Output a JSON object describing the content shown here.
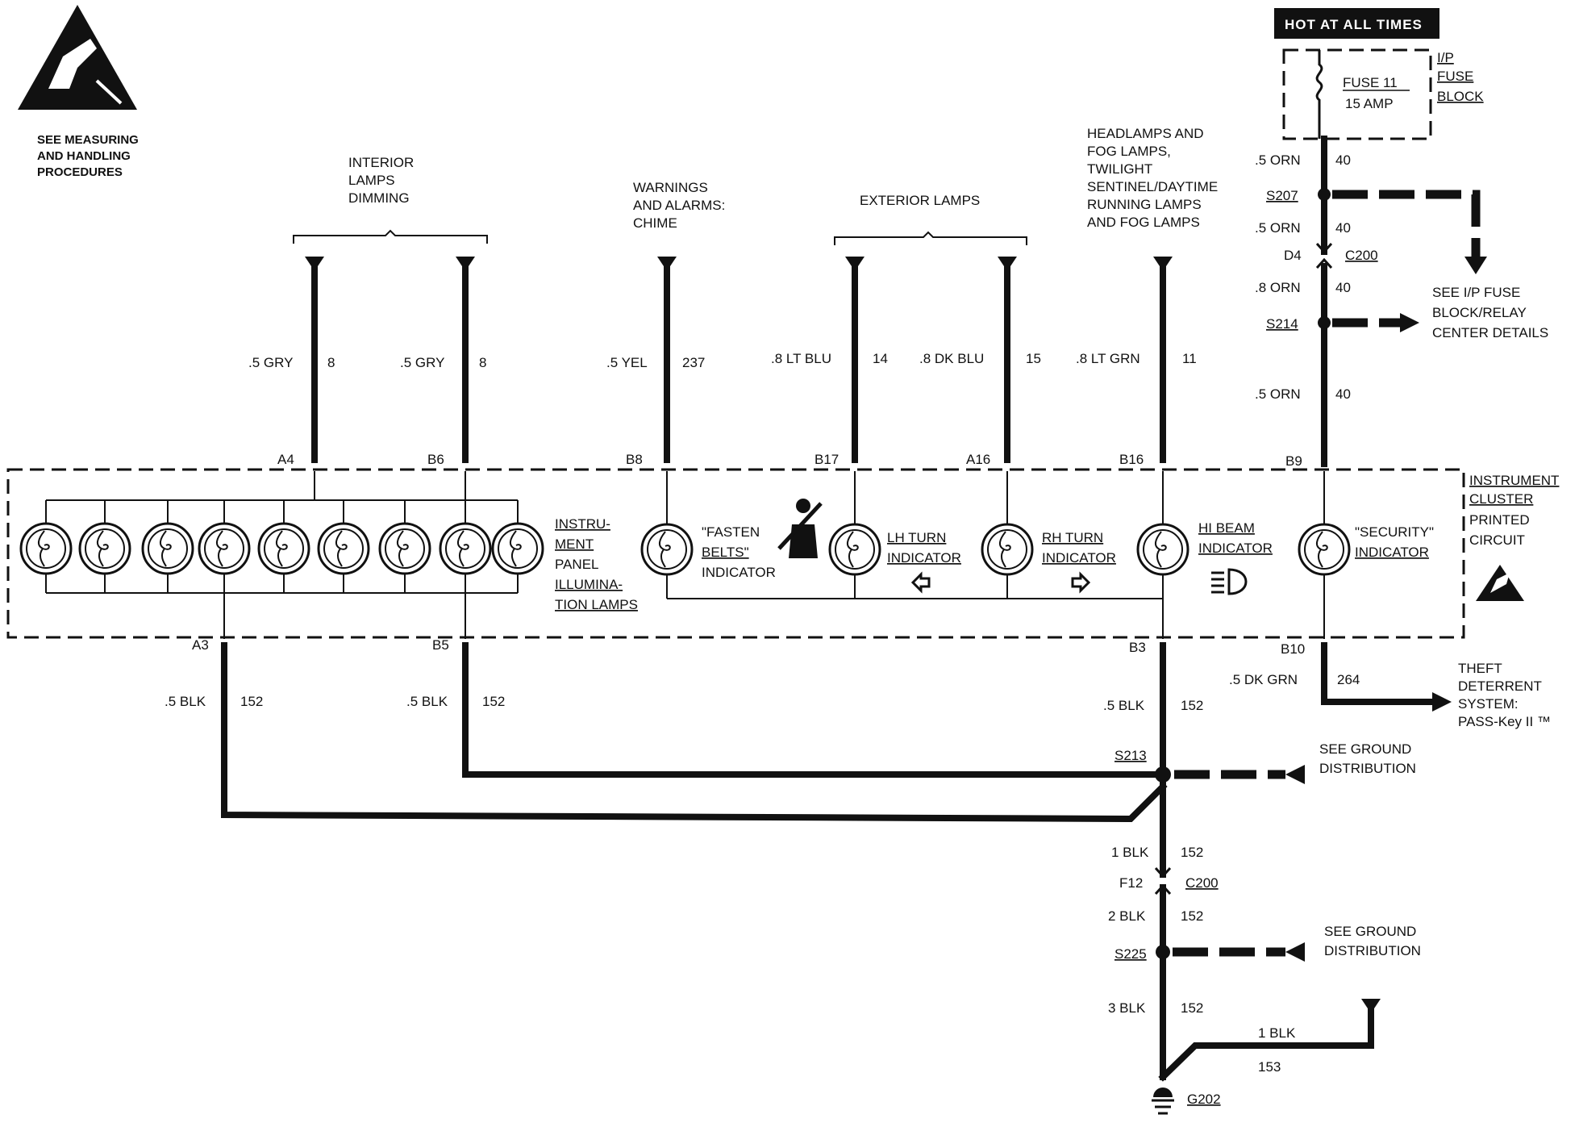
{
  "esd_note": {
    "l1": "SEE MEASURING",
    "l2": "AND HANDLING",
    "l3": "PROCEDURES"
  },
  "hot": "HOT AT ALL TIMES",
  "fuse": {
    "name": "FUSE 11",
    "amp": "15 AMP"
  },
  "fuse_block": {
    "l1": "I/P",
    "l2": "FUSE",
    "l3": "BLOCK"
  },
  "groups": {
    "interior": {
      "l1": "INTERIOR",
      "l2": "LAMPS",
      "l3": "DIMMING"
    },
    "warnings": {
      "l1": "WARNINGS",
      "l2": "AND ALARMS:",
      "l3": "CHIME"
    },
    "exterior": {
      "l1": "EXTERIOR LAMPS"
    },
    "headlamps": {
      "l1": "HEADLAMPS AND",
      "l2": "FOG LAMPS,",
      "l3": "TWILIGHT",
      "l4": "SENTINEL/DAYTIME",
      "l5": "RUNNING LAMPS",
      "l6": "AND FOG LAMPS"
    }
  },
  "wires": {
    "a4": {
      "color": ".5 GRY",
      "circuit": "8",
      "pin": "A4"
    },
    "b6": {
      "color": ".5 GRY",
      "circuit": "8",
      "pin": "B6"
    },
    "b8": {
      "color": ".5 YEL",
      "circuit": "237",
      "pin": "B8"
    },
    "b17": {
      "color": ".8 LT BLU",
      "circuit": "14",
      "pin": "B17"
    },
    "a16": {
      "color": ".8 DK BLU",
      "circuit": "15",
      "pin": "A16"
    },
    "b16": {
      "color": ".8 LT GRN",
      "circuit": "11",
      "pin": "B16"
    },
    "b9": {
      "pin": "B9"
    },
    "orn1": {
      "color": ".5 ORN",
      "circuit": "40"
    },
    "orn2": {
      "color": ".5 ORN",
      "circuit": "40"
    },
    "orn3": {
      "color": ".8 ORN",
      "circuit": "40"
    },
    "orn4": {
      "color": ".5 ORN",
      "circuit": "40"
    },
    "a3": {
      "color": ".5 BLK",
      "circuit": "152",
      "pin": "A3"
    },
    "b5": {
      "color": ".5 BLK",
      "circuit": "152",
      "pin": "B5"
    },
    "b3": {
      "color": ".5 BLK",
      "circuit": "152",
      "pin": "B3"
    },
    "b10": {
      "color": ".5 DK GRN",
      "circuit": "264",
      "pin": "B10"
    },
    "blk1": {
      "color": "1 BLK",
      "circuit": "152"
    },
    "blk2": {
      "color": "2 BLK",
      "circuit": "152"
    },
    "blk3": {
      "color": "3 BLK",
      "circuit": "152"
    },
    "blk4": {
      "color": "1 BLK",
      "circuit": "153"
    }
  },
  "splices": {
    "s207": "S207",
    "s214": "S214",
    "s213": "S213",
    "s225": "S225"
  },
  "connectors": {
    "d4": "D4",
    "c200a": "C200",
    "f12": "F12",
    "c200b": "C200"
  },
  "ground": "G202",
  "see_fuse": {
    "l1": "SEE I/P FUSE",
    "l2": "BLOCK/RELAY",
    "l3": "CENTER DETAILS"
  },
  "see_ground1": {
    "l1": "SEE GROUND",
    "l2": "DISTRIBUTION"
  },
  "see_ground2": {
    "l1": "SEE GROUND",
    "l2": "DISTRIBUTION"
  },
  "theft": {
    "l1": "THEFT",
    "l2": "DETERRENT",
    "l3": "SYSTEM:",
    "l4": "PASS-Key II ™"
  },
  "cluster": {
    "l1": "INSTRUMENT",
    "l2": "CLUSTER",
    "l3": "PRINTED",
    "l4": "CIRCUIT"
  },
  "lamps": {
    "illum": {
      "l1": "INSTRU-",
      "l2": "MENT",
      "l3": "PANEL",
      "l4": "ILLUMINA-",
      "l5": "TION LAMPS"
    },
    "fasten": {
      "l1": "\"FASTEN",
      "l2": "BELTS\"",
      "l3": "INDICATOR"
    },
    "lh": {
      "l1": "LH TURN",
      "l2": "INDICATOR"
    },
    "rh": {
      "l1": "RH TURN",
      "l2": "INDICATOR"
    },
    "hibeam": {
      "l1": "HI BEAM",
      "l2": "INDICATOR"
    },
    "security": {
      "l1": "\"SECURITY\"",
      "l2": "INDICATOR"
    }
  }
}
